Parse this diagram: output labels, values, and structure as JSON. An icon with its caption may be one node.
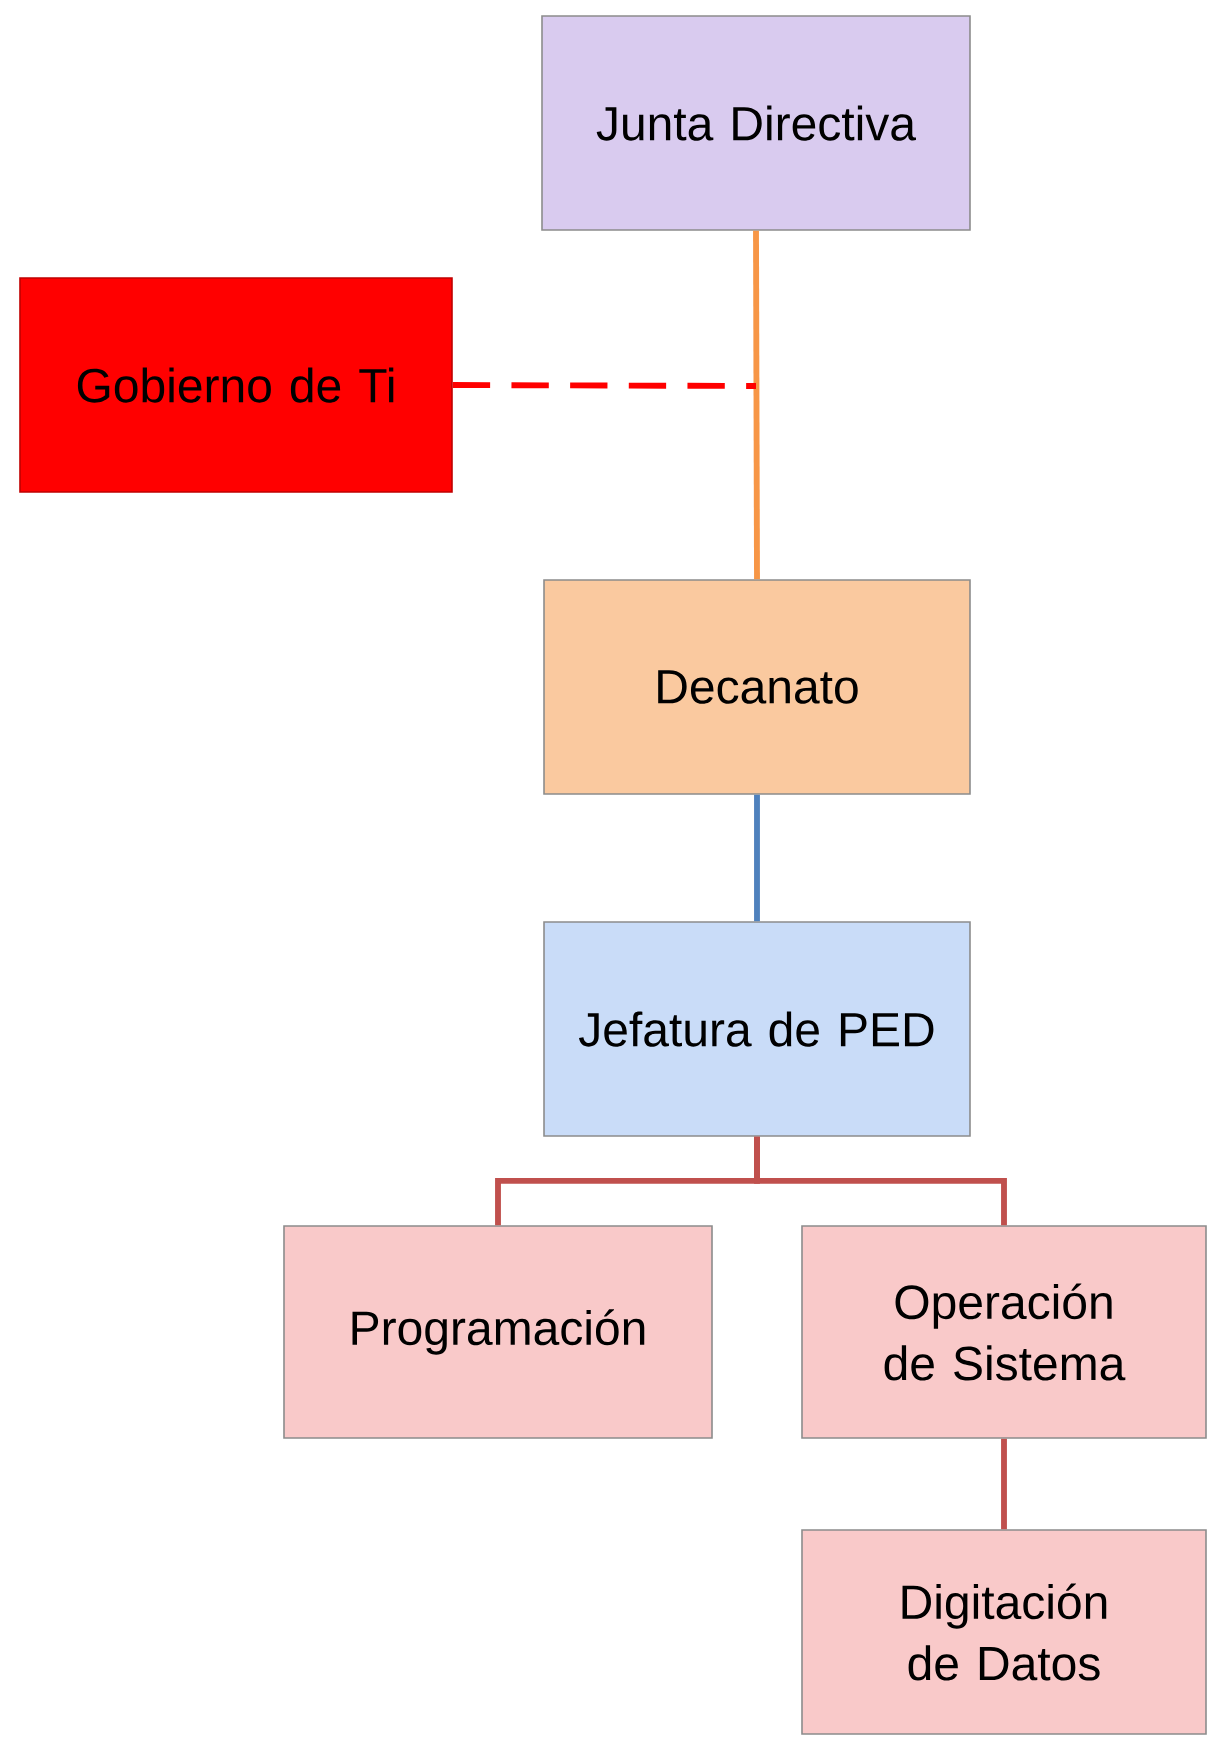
{
  "diagram": {
    "nodes": [
      {
        "text": [
          "Junta Directiva"
        ]
      },
      {
        "text": [
          "Gobierno de Ti"
        ]
      },
      {
        "text": [
          "Decanato"
        ]
      },
      {
        "text": [
          "Jefatura de PED"
        ]
      },
      {
        "text": [
          "Programación"
        ]
      },
      {
        "text": [
          "Operación de Sistema"
        ]
      },
      {
        "text": [
          "Digitación de Datos"
        ]
      }
    ],
    "edges": [
      {
        "from": 0,
        "to": 2,
        "arrow": "none",
        "color": "#f79646"
      },
      {
        "from": 1,
        "to": null,
        "arrow": "none",
        "style": "dashed",
        "color": "#ff0000"
      },
      {
        "from": 2,
        "to": 3,
        "arrow": "none",
        "color": "#4f81bd"
      },
      {
        "from": 3,
        "to": 4,
        "arrow": "none"
      },
      {
        "from": 3,
        "to": 5,
        "arrow": "none"
      },
      {
        "from": 5,
        "to": 6,
        "arrow": "none"
      }
    ]
  }
}
